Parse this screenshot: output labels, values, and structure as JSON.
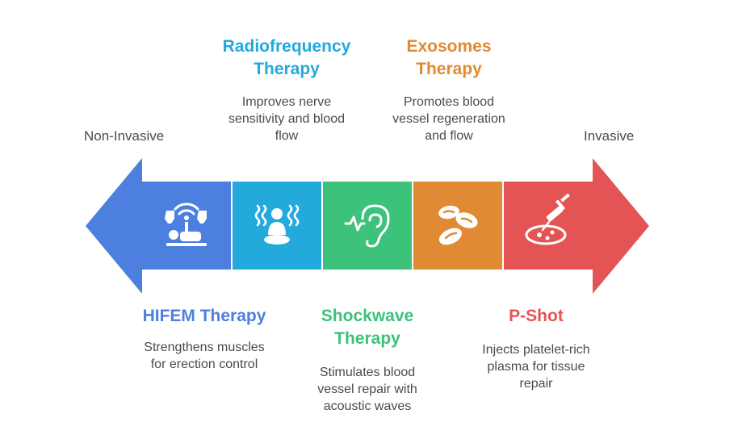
{
  "scale": {
    "left": "Non-Invasive",
    "right": "Invasive"
  },
  "colors": {
    "hifem": "#4d7fde",
    "radiofrequency": "#23a9dc",
    "shockwave": "#3cc27b",
    "exosomes": "#e08a33",
    "pshot": "#e45454"
  },
  "therapies": [
    {
      "title_1": "HIFEM Therapy",
      "title_2": "",
      "desc_1": "Strengthens muscles",
      "desc_2": "for erection control",
      "desc_3": "",
      "icon": "doctor-patient-icon"
    },
    {
      "title_1": "Radiofrequency",
      "title_2": "Therapy",
      "desc_1": "Improves nerve",
      "desc_2": "sensitivity and blood",
      "desc_3": "flow",
      "icon": "person-heat-waves-icon"
    },
    {
      "title_1": "Shockwave",
      "title_2": "Therapy",
      "desc_1": "Stimulates blood",
      "desc_2": "vessel repair with",
      "desc_3": "acoustic waves",
      "icon": "ear-sound-wave-icon"
    },
    {
      "title_1": "Exosomes",
      "title_2": "Therapy",
      "desc_1": "Promotes blood",
      "desc_2": "vessel regeneration",
      "desc_3": "and flow",
      "icon": "blood-cells-icon"
    },
    {
      "title_1": "P-Shot",
      "title_2": "",
      "desc_1": "Injects platelet-rich",
      "desc_2": "plasma for tissue",
      "desc_3": "repair",
      "icon": "syringe-dish-icon"
    }
  ]
}
